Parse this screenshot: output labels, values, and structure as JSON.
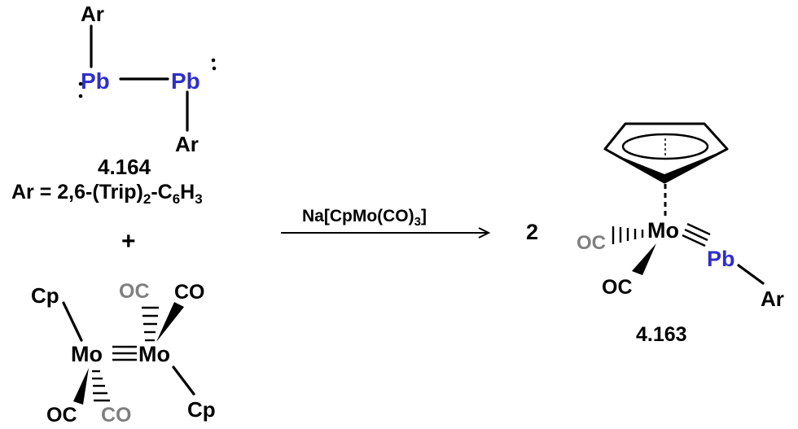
{
  "reactant_top": {
    "ar_top": "Ar",
    "pb_left": "Pb",
    "pb_right": "Pb",
    "ar_bottom": "Ar",
    "compound_number": "4.164",
    "ar_definition_prefix": "Ar = 2,6-(Trip)",
    "ar_definition_sub1": "2",
    "ar_definition_mid": "-C",
    "ar_definition_sub2": "6",
    "ar_definition_h": "H",
    "ar_definition_sub3": "3"
  },
  "plus_sign": "+",
  "reactant_bottom": {
    "cp_top": "Cp",
    "oc_top": "OC",
    "co_top": "CO",
    "mo_left": "Mo",
    "mo_right": "Mo",
    "oc_bottom": "OC",
    "co_bottom": "CO",
    "cp_bottom": "Cp"
  },
  "reagent": {
    "prefix": "Na[CpMo(CO)",
    "sub": "3",
    "suffix": "]"
  },
  "stoich": "2",
  "product": {
    "oc_gray": "OC",
    "mo": "Mo",
    "pb": "Pb",
    "oc_black": "OC",
    "ar": "Ar",
    "compound_number": "4.163"
  },
  "colors": {
    "lead": "#2f2fc8",
    "gray_carbonyl": "#7f7f7f",
    "ink": "#000000"
  }
}
